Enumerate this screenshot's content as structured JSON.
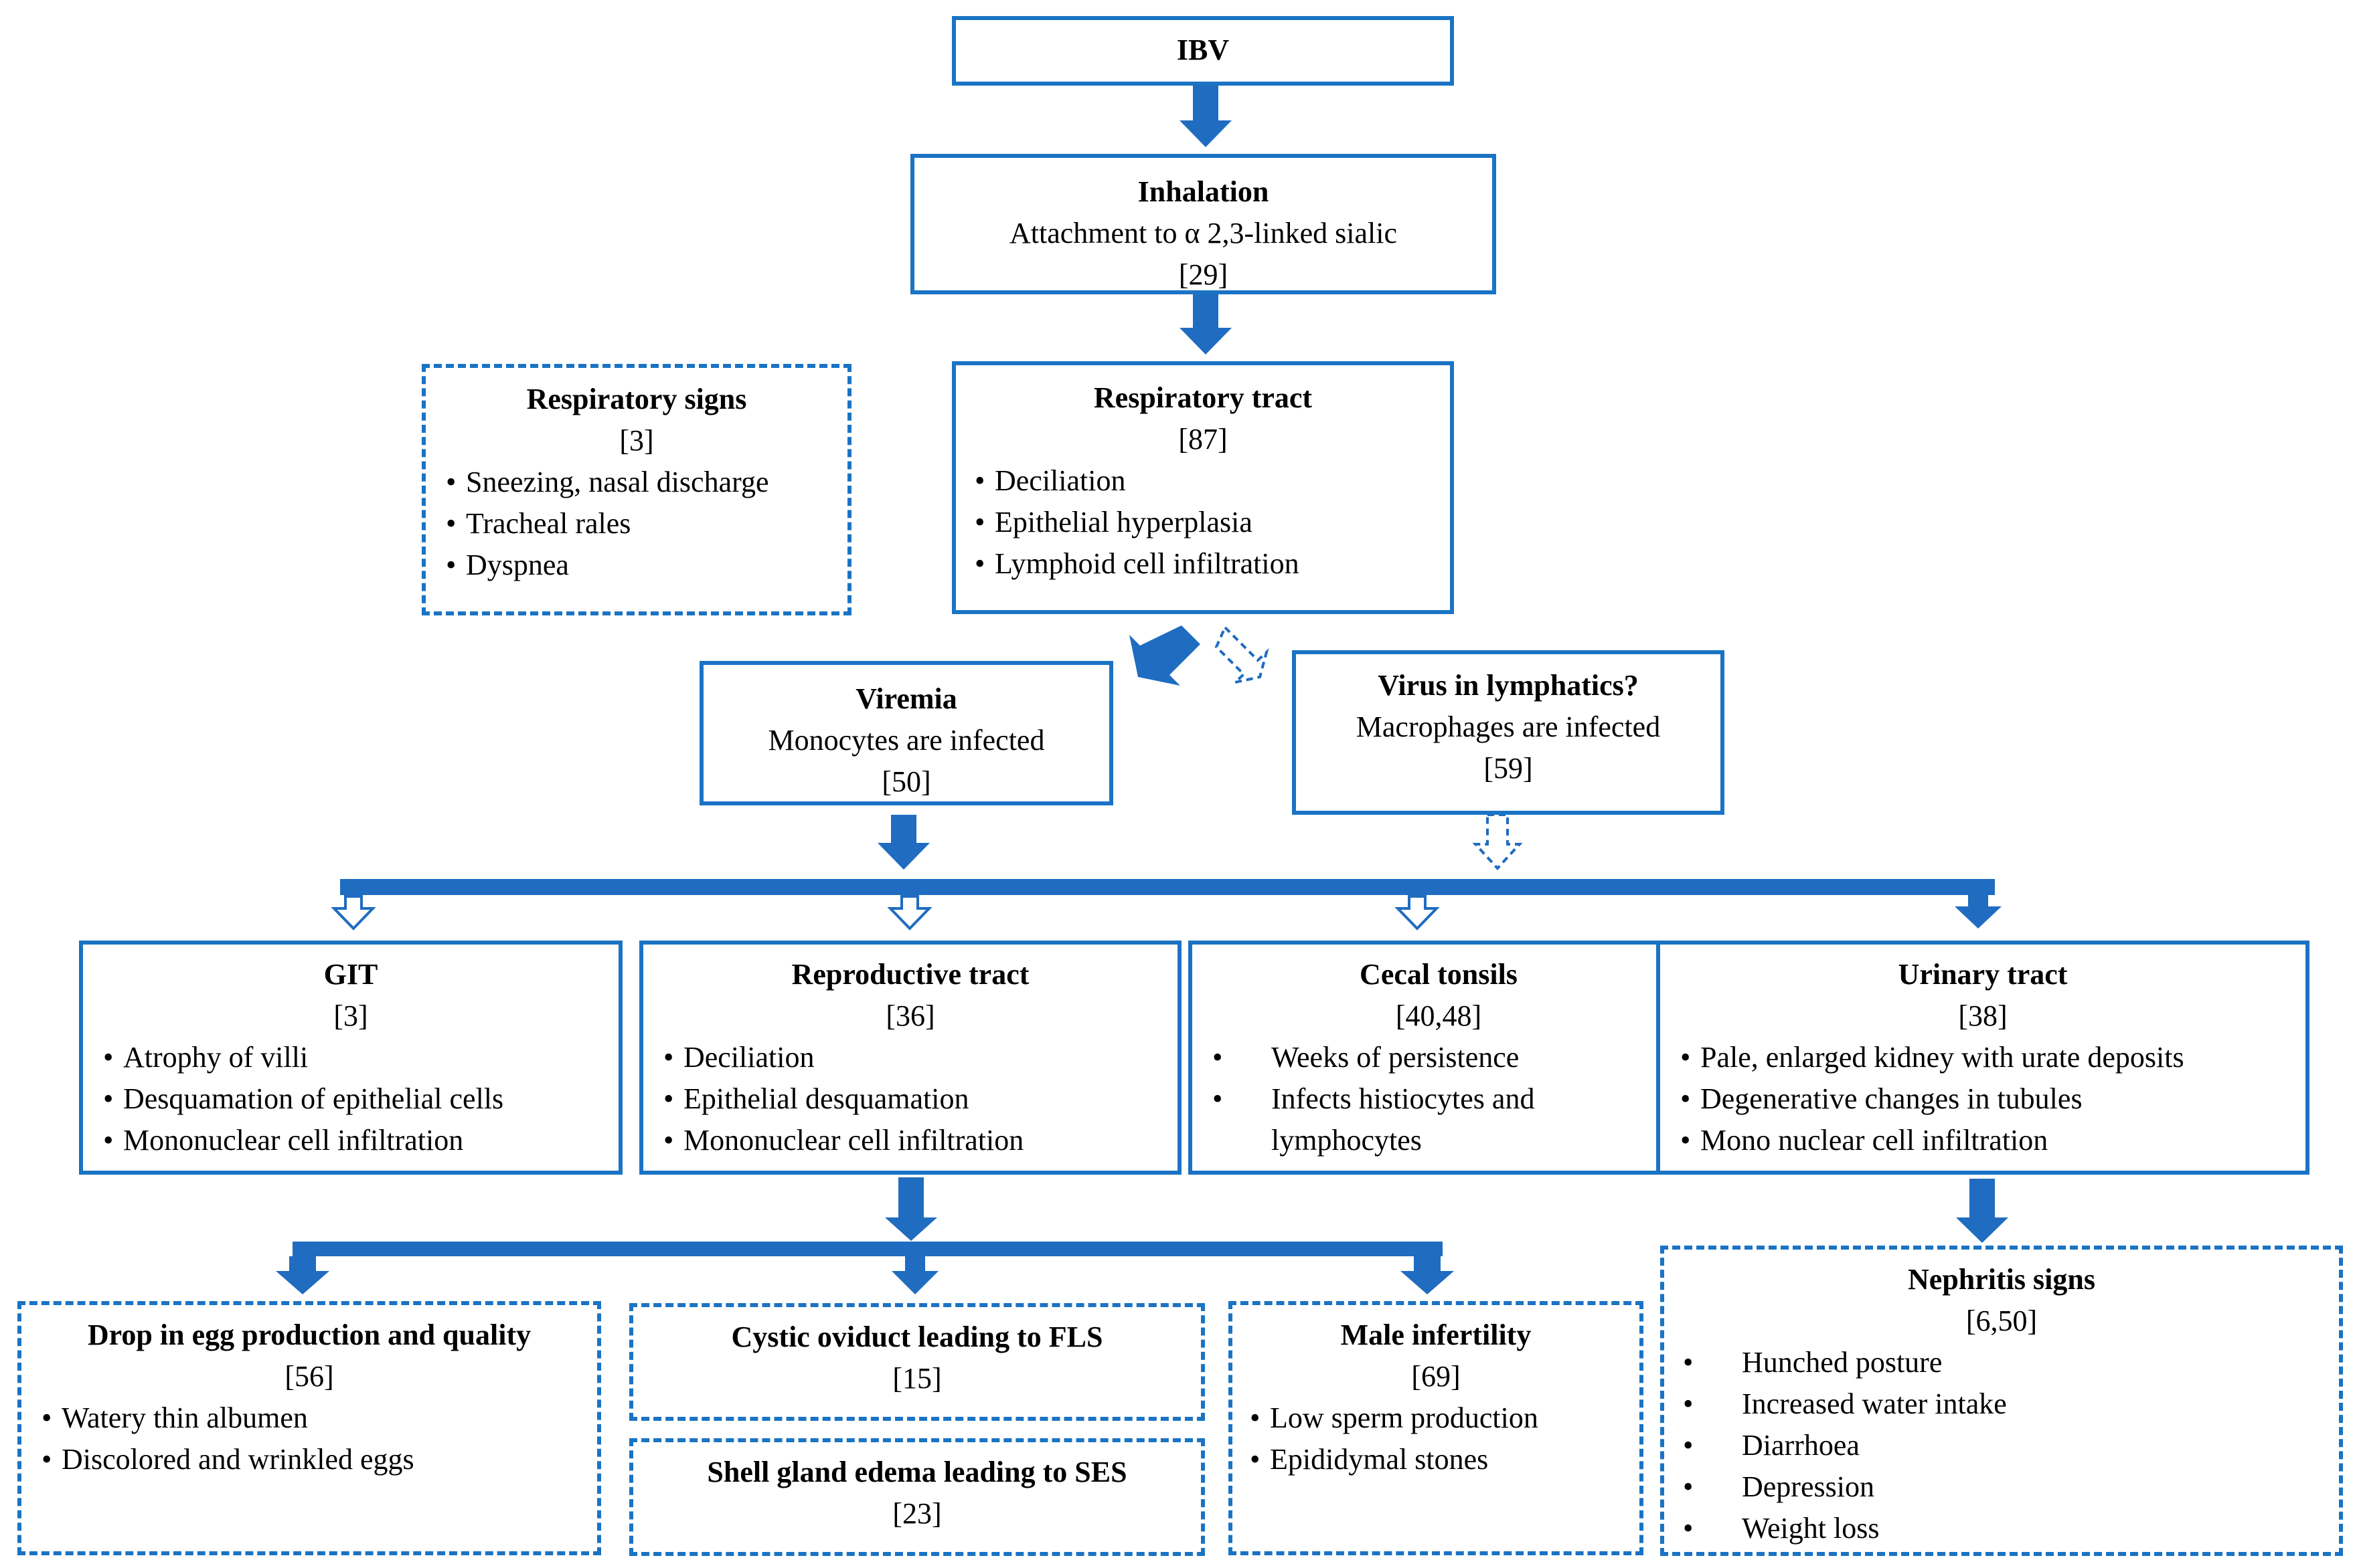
{
  "nodes": {
    "ibv": {
      "title": "IBV"
    },
    "inhalation": {
      "title": "Inhalation",
      "text": "Attachment to α 2,3-linked  sialic",
      "ref": "[29]"
    },
    "resp_signs": {
      "title": "Respiratory signs",
      "ref": "[3]",
      "items": [
        "Sneezing, nasal discharge",
        "Tracheal rales",
        "Dyspnea"
      ]
    },
    "resp_tract": {
      "title": "Respiratory tract",
      "ref": "[87]",
      "items": [
        "Deciliation",
        "Epithelial  hyperplasia",
        "Lymphoid cell infiltration"
      ]
    },
    "viremia": {
      "title": "Viremia",
      "text": "Monocytes are infected",
      "ref": "[50]"
    },
    "lymphatics": {
      "title": "Virus in lymphatics?",
      "text": "Macrophages are infected",
      "ref": "[59]"
    },
    "git": {
      "title": "GIT",
      "ref": "[3]",
      "items": [
        "Atrophy of villi",
        "Desquamation of epithelial cells",
        "Mononuclear cell  infiltration"
      ]
    },
    "repro": {
      "title": "Reproductive tract",
      "ref": "[36]",
      "items": [
        "Deciliation",
        "Epithelial  desquamation",
        "Mononuclear cell  infiltration"
      ]
    },
    "cecal": {
      "title": "Cecal tonsils",
      "ref": "[40,48]",
      "items": [
        "Weeks of persistence",
        "Infects histiocytes and lymphocytes"
      ]
    },
    "urinary": {
      "title": "Urinary tract",
      "ref": "[38]",
      "items": [
        "Pale, enlarged kidney with urate deposits",
        "Degenerative  changes in tubules",
        "Mono nuclear cell infiltration"
      ]
    },
    "egg": {
      "title": "Drop in egg production and quality",
      "ref": "[56]",
      "items": [
        "Watery  thin albumen",
        "Discolored and wrinkled eggs"
      ]
    },
    "cystic": {
      "title": "Cystic oviduct leading to FLS",
      "ref": "[15]"
    },
    "shell": {
      "title": "Shell gland edema leading to SES",
      "ref": "[23]"
    },
    "male": {
      "title": "Male infertility",
      "ref": "[69]",
      "items": [
        "Low sperm production",
        "Epididymal stones"
      ]
    },
    "nephritis": {
      "title": "Nephritis signs",
      "ref": "[6,50]",
      "items": [
        "Hunched posture",
        "Increased water intake",
        "Diarrhoea",
        "Depression",
        "Weight loss"
      ]
    }
  },
  "colors": {
    "primary": "#1a73c4",
    "arrow": "#1f6cc0"
  }
}
